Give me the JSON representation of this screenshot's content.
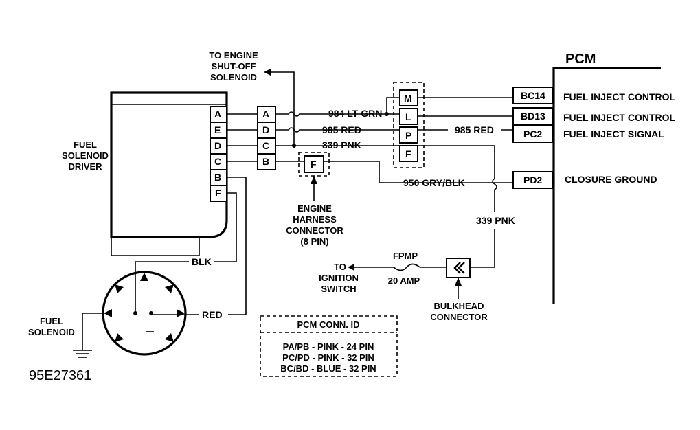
{
  "pcm": {
    "title": "PCM",
    "pins": [
      {
        "id": "BC14",
        "label": "FUEL INJECT CONTROL"
      },
      {
        "id": "BD13",
        "label": "FUEL INJECT CONTROL"
      },
      {
        "id": "PC2",
        "label": "FUEL INJECT SIGNAL"
      },
      {
        "id": "PD2",
        "label": "CLOSURE GROUND"
      }
    ]
  },
  "driver": {
    "label_lines": [
      "FUEL",
      "SOLENOID",
      "DRIVER"
    ],
    "pins": [
      "A",
      "E",
      "D",
      "C",
      "B",
      "F"
    ]
  },
  "harness_connector": {
    "pins": [
      "A",
      "D",
      "C",
      "B"
    ]
  },
  "pcm_connector": {
    "pins": [
      "M",
      "L",
      "P",
      "F"
    ]
  },
  "engine_harness": {
    "pin": "F",
    "label_lines": [
      "ENGINE",
      "HARNESS",
      "CONNECTOR",
      "(8 PIN)"
    ]
  },
  "shutoff": {
    "label_lines": [
      "TO ENGINE",
      "SHUT-OFF",
      "SOLENOID"
    ]
  },
  "wires": {
    "w984": "984 LT GRN",
    "w985a": "985 RED",
    "w985b": "985 RED",
    "w339a": "339 PNK",
    "w339b": "339 PNK",
    "w950": "950 GRY/BLK",
    "blk": "BLK",
    "red": "RED"
  },
  "fuse": {
    "name": "FPMP",
    "rating": "20 AMP"
  },
  "ignition": {
    "label_lines": [
      "TO",
      "IGNITION",
      "SWITCH"
    ]
  },
  "bulkhead": {
    "label_lines": [
      "BULKHEAD",
      "CONNECTOR"
    ]
  },
  "solenoid": {
    "label_lines": [
      "FUEL",
      "SOLENOID"
    ]
  },
  "conn_id": {
    "title": "PCM CONN. ID",
    "rows": [
      "PA/PB - PINK - 24 PIN",
      "PC/PD - PINK - 32 PIN",
      "BC/BD - BLUE - 32 PIN"
    ]
  },
  "figure_code": "95E27361"
}
